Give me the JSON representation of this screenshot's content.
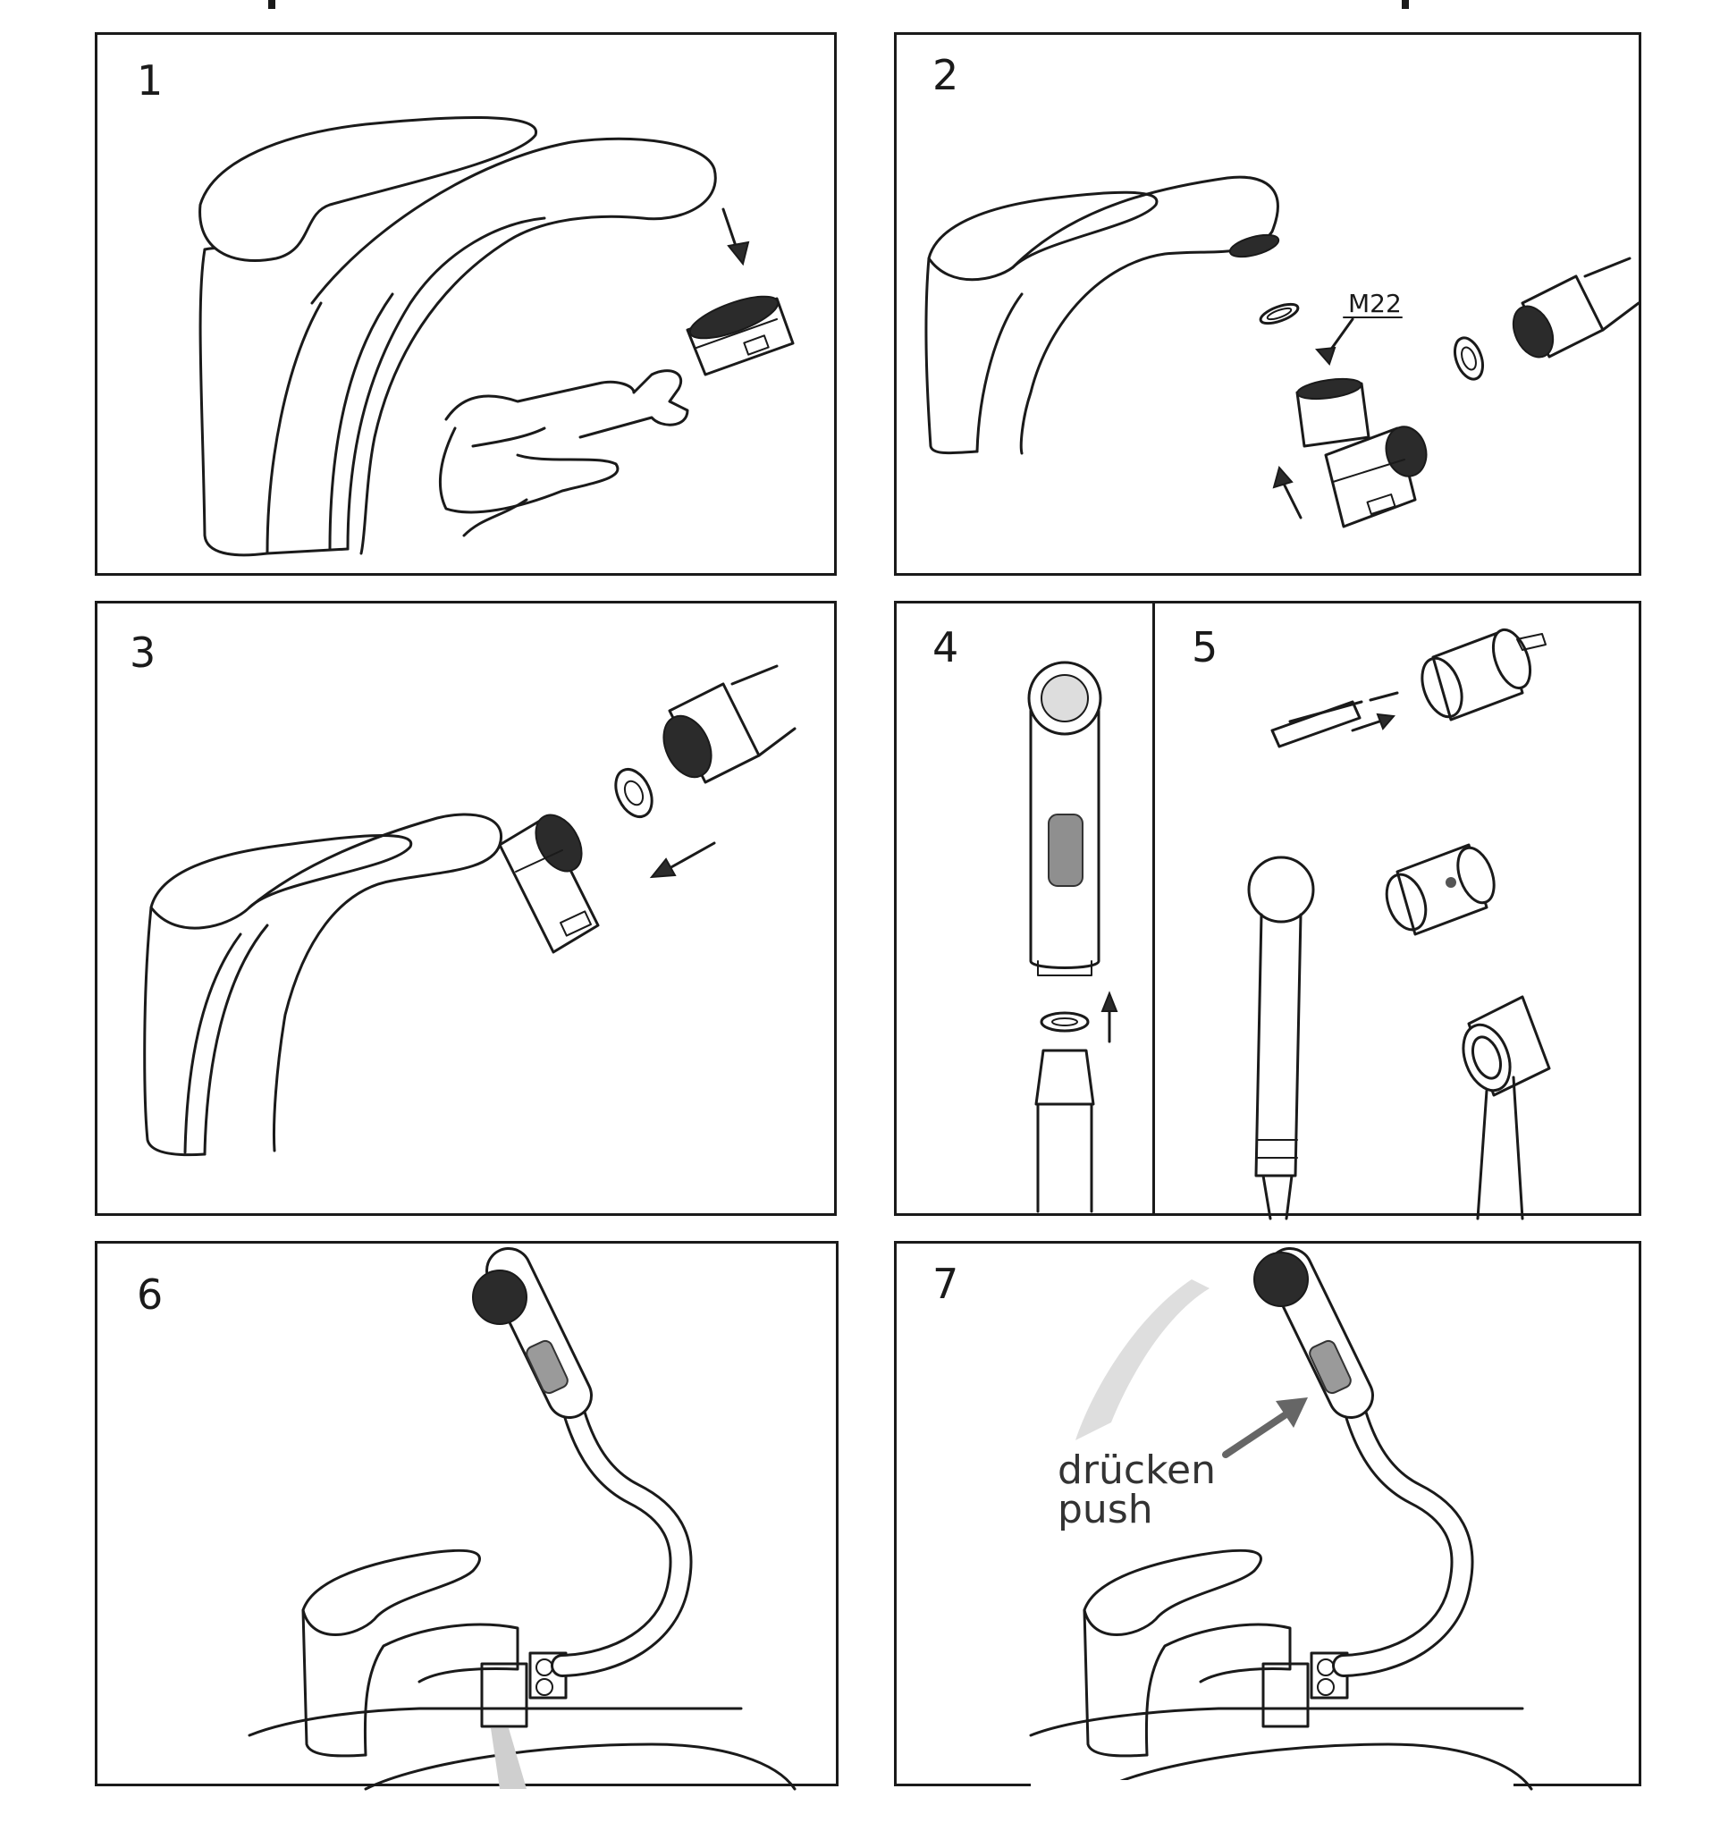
{
  "panels": [
    {
      "number": "1"
    },
    {
      "number": "2",
      "label": "M22"
    },
    {
      "number": "3"
    },
    {
      "number": "4"
    },
    {
      "number": "5"
    },
    {
      "number": "6"
    },
    {
      "number": "7",
      "label_line1": "drücken",
      "label_line2": "push"
    }
  ],
  "colors": {
    "line": "#1a1a1a",
    "fill_dark": "#2b2b2b",
    "fill_gray": "#9a9a9a",
    "background": "#ffffff"
  }
}
